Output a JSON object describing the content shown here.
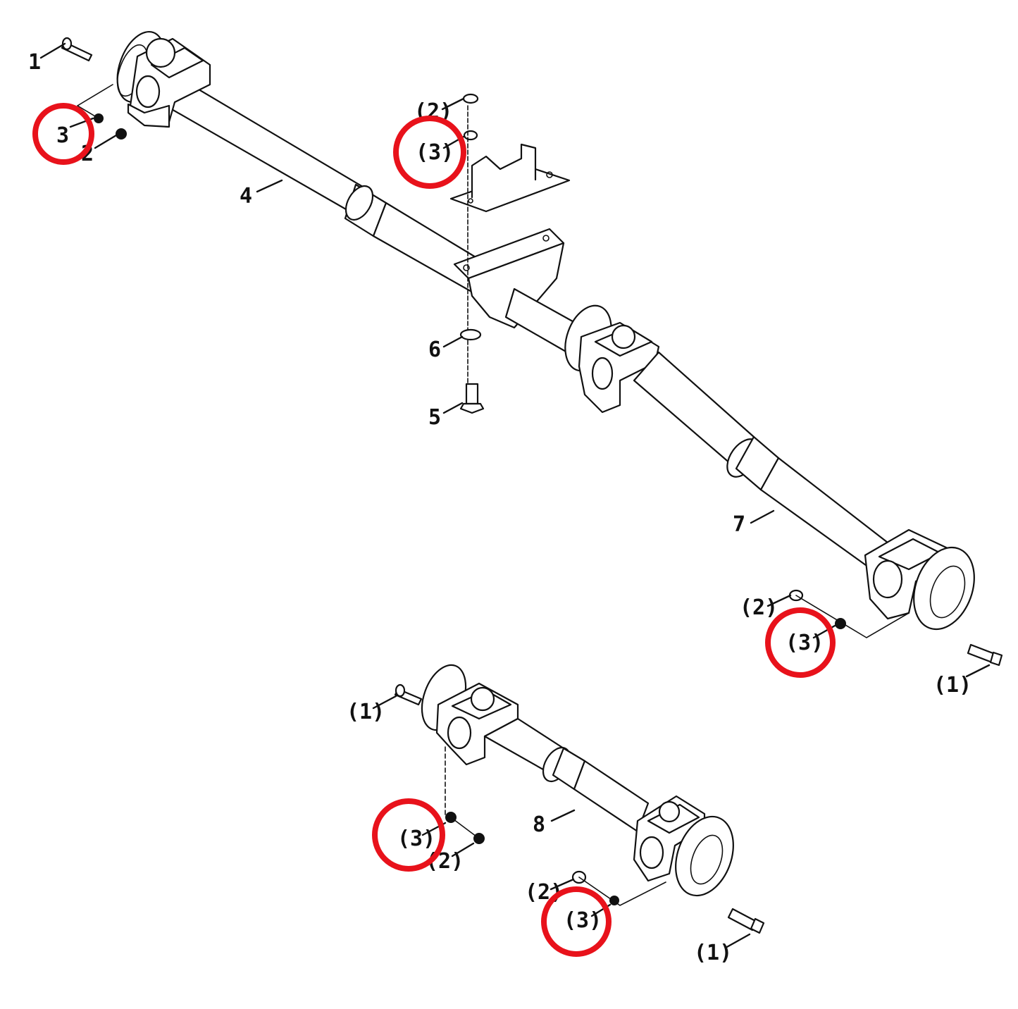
{
  "colors": {
    "line": "#111111",
    "background": "#ffffff",
    "highlight": "#e8121b"
  },
  "callouts": {
    "upper": {
      "bolt": "1",
      "lockwasher": "3",
      "nut": "2",
      "shaft_front": "4",
      "bracket_nut": "(2)",
      "bracket_washer": "(3)",
      "mount_washer": "6",
      "mount_bolt": "5",
      "shaft_rear": "7",
      "rear_nut": "(2)",
      "rear_lockwasher": "(3)",
      "rear_bolt": "(1)"
    },
    "lower": {
      "bolt_left": "(1)",
      "lockwasher_left": "(3)",
      "nut_left": "(2)",
      "shaft": "8",
      "nut_right": "(2)",
      "lockwasher_right": "(3)",
      "bolt_right": "(1)"
    }
  }
}
